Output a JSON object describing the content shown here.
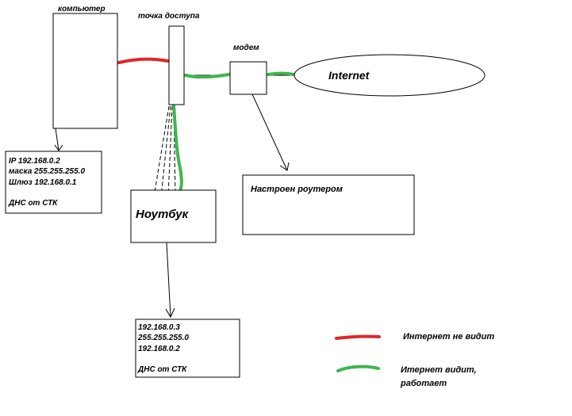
{
  "nodes": {
    "computer": {
      "label": "компьютер"
    },
    "access_point": {
      "label": "точка доступа"
    },
    "modem": {
      "label": "модем"
    },
    "internet": {
      "label": "Internet"
    },
    "laptop": {
      "label": "Ноутбук"
    },
    "router_note": {
      "label": "Настроен роутером"
    }
  },
  "computer_settings": {
    "ip": "IP 192.168.0.2",
    "mask": "маска 255.255.255.0",
    "gateway": "Шлюз 192.168.0.1",
    "dns": "ДНС от СТК"
  },
  "laptop_settings": {
    "ip": "192.168.0.3",
    "mask": "255.255.255.0",
    "gateway": "192.168.0.2",
    "dns": "ДНС от СТК"
  },
  "legend": {
    "red": {
      "color": "#e0262a",
      "line1": "Интернет не видит",
      "line2": ""
    },
    "green": {
      "color": "#3fb54f",
      "line1": "Итернет видит,",
      "line2": "работает"
    }
  },
  "colors": {
    "no_internet": "#e0262a",
    "internet_ok": "#3fb54f",
    "outline": "#000000"
  }
}
